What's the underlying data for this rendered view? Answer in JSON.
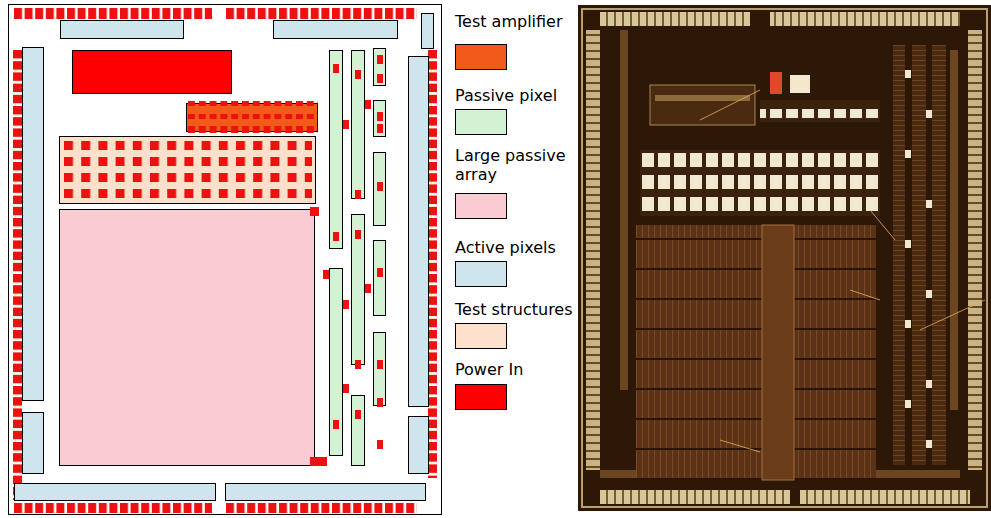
{
  "diagram": {
    "legend": [
      {
        "text": "Test amplifier",
        "color": "#f25a1a"
      },
      {
        "text": "Passive pixel",
        "color": "#d3f2d3"
      },
      {
        "text": "Large passive array",
        "color": "#f9ccd3"
      },
      {
        "text": "Active pixels",
        "color": "#cfe5ee"
      },
      {
        "text": "Test structures",
        "color": "#fde0cc"
      },
      {
        "text": "Power In",
        "color": "#ff0000"
      }
    ]
  }
}
